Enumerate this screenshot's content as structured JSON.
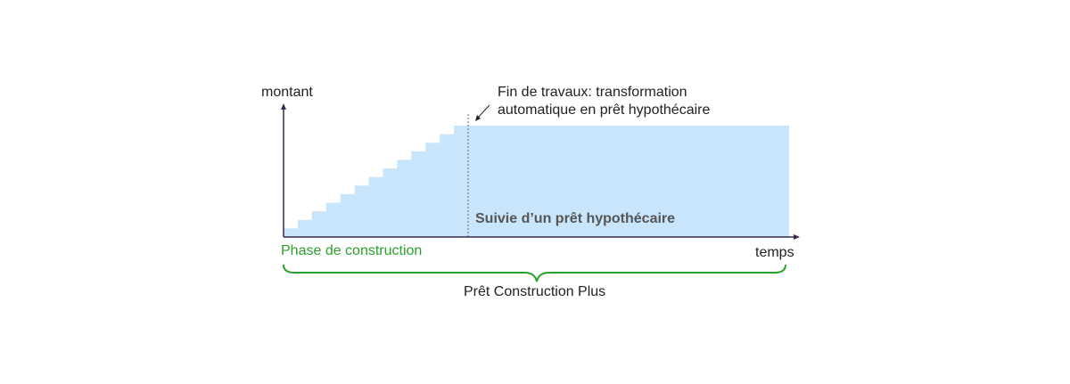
{
  "texts": {
    "y_axis_label": "montant",
    "x_axis_label": "temps",
    "annotation_line1": "Fin de travaux: transformation",
    "annotation_line2": "automatique en prêt hypothécaire",
    "inner_label": "Suivie d’un prêt hypothécaire",
    "phase_label": "Phase de construction",
    "product_label": "Prêt Construction Plus"
  },
  "colors": {
    "area_fill": "#c9e5fb",
    "axis": "#3b2a4f",
    "phase_accent": "#2ca02c",
    "brace": "#2ca02c",
    "dashed_line": "#666666",
    "text": "#222222",
    "inner_text": "#555555"
  },
  "diagram": {
    "step_levels": [
      1,
      2,
      3,
      4,
      5,
      6,
      7,
      8,
      9,
      10,
      11,
      12,
      13
    ],
    "final_level": 13
  }
}
